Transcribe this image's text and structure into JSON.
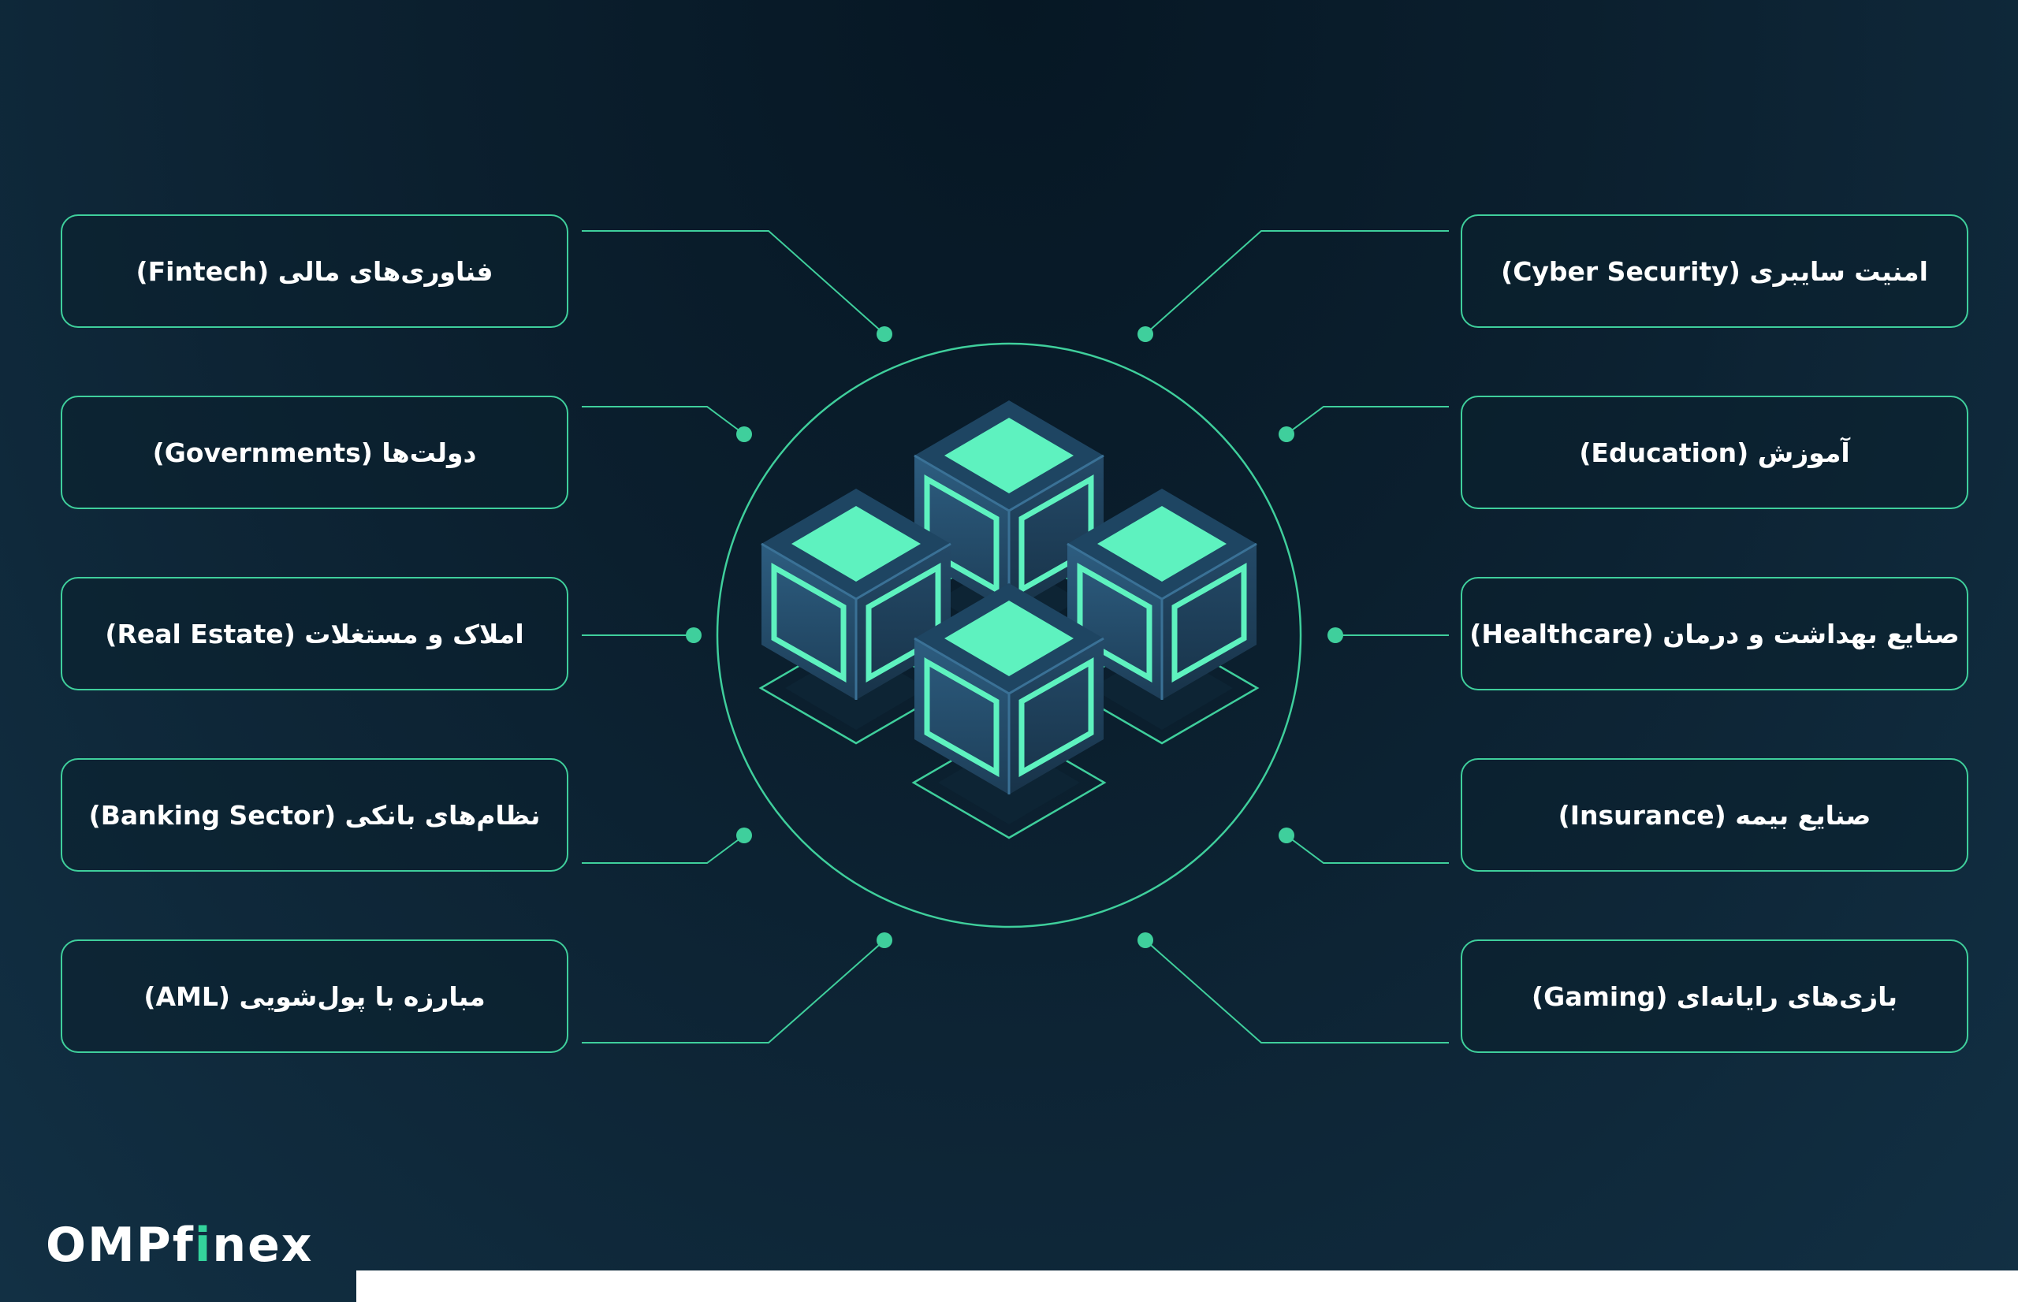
{
  "diagram": {
    "center_icon": "blockchain-cubes-icon",
    "left_nodes": [
      {
        "label": "فناوری‌های مالی (Fintech)"
      },
      {
        "label": "دولت‌ها (Governments)"
      },
      {
        "label": "املاک و مستغلات (Real Estate)"
      },
      {
        "label": "نظام‌های بانکی (Banking Sector)"
      },
      {
        "label": "مبارزه با پول‌شویی (AML)"
      }
    ],
    "right_nodes": [
      {
        "label": "امنیت سایبری (Cyber Security)"
      },
      {
        "label": "آموزش (Education)"
      },
      {
        "label": "صنایع بهداشت و درمان (Healthcare)"
      },
      {
        "label": "صنایع بیمه (Insurance)"
      },
      {
        "label": "بازی‌های رایانه‌ای (Gaming)"
      }
    ]
  },
  "brand": {
    "omp": "OMP",
    "f": "f",
    "i": "i",
    "nex": "nex"
  },
  "colors": {
    "accent": "#3fcf9c",
    "cube_top": "#5ef2bf",
    "cube_side": "#2a5675",
    "background": "#0b1f2e"
  }
}
